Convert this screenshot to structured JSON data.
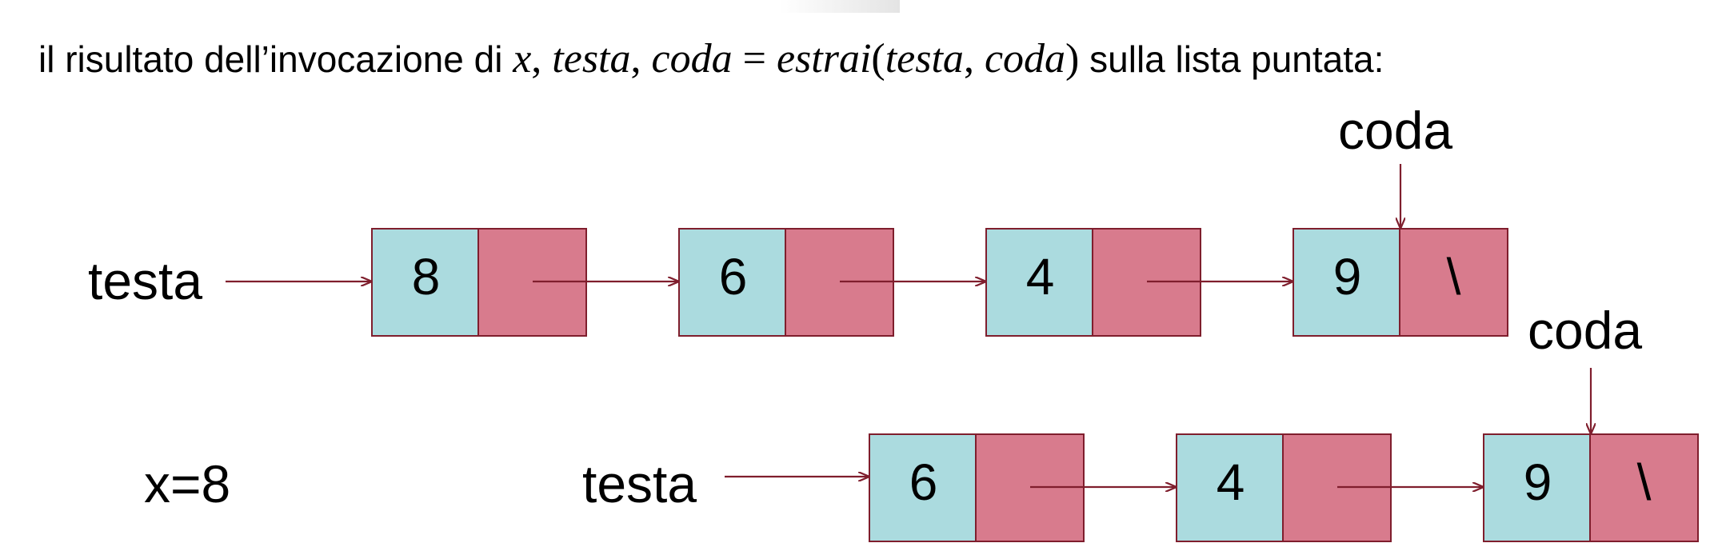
{
  "caption": {
    "prefix": "il risultato dell’invocazione di",
    "x": "x",
    "testa1": "testa",
    "coda1": "coda",
    "eq": "=",
    "fn": "estrai",
    "lpar": "(",
    "testa2": "testa",
    "coda2": "coda",
    "rpar": ")",
    "suffix": "sulla lista puntata:"
  },
  "before": {
    "head_label": "testa",
    "tail_label": "coda",
    "nodes": [
      {
        "value": "8",
        "next": ""
      },
      {
        "value": "6",
        "next": ""
      },
      {
        "value": "4",
        "next": ""
      },
      {
        "value": "9",
        "next": "\\"
      }
    ]
  },
  "after": {
    "result_label": "x=8",
    "head_label": "testa",
    "tail_label": "coda",
    "nodes": [
      {
        "value": "6",
        "next": ""
      },
      {
        "value": "4",
        "next": ""
      },
      {
        "value": "9",
        "next": "\\"
      }
    ]
  },
  "colors": {
    "value_cell": "#abdbdf",
    "pointer_cell": "#d87b8d",
    "border_and_arrows": "#7f1e2d"
  }
}
